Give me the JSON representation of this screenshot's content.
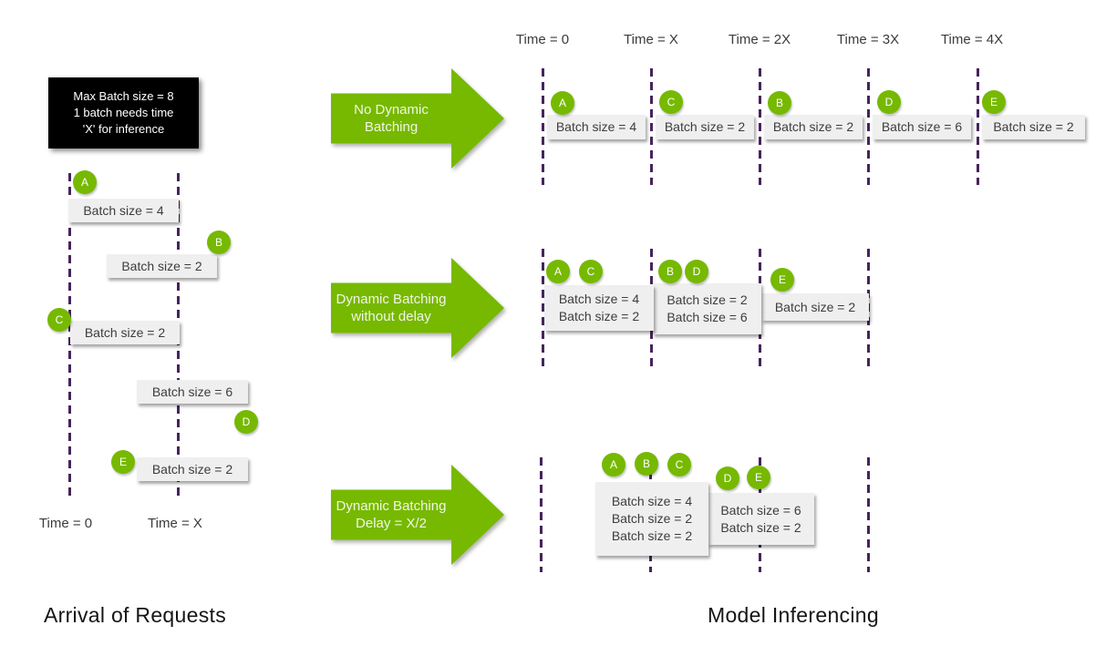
{
  "colors": {
    "accent_green": "#76b900",
    "timeline_purple": "#46245c",
    "batch_box_bg": "#efefef",
    "info_box_bg": "#000000"
  },
  "info_box": {
    "line1": "Max Batch size = 8",
    "line2": "1 batch needs time",
    "line3": "'X' for inference"
  },
  "arrival": {
    "caption": "Arrival of Requests",
    "time0": "Time = 0",
    "timeX": "Time = X",
    "requests": [
      {
        "id": "A",
        "label": "Batch size = 4"
      },
      {
        "id": "B",
        "label": "Batch size = 2"
      },
      {
        "id": "C",
        "label": "Batch size = 2"
      },
      {
        "id": "D",
        "label": "Batch size = 6"
      },
      {
        "id": "E",
        "label": "Batch size = 2"
      }
    ]
  },
  "inference": {
    "caption": "Model Inferencing",
    "time_labels": [
      "Time = 0",
      "Time = X",
      "Time = 2X",
      "Time = 3X",
      "Time = 4X"
    ],
    "rows": [
      {
        "arrow_line1": "No Dynamic",
        "arrow_line2": "Batching",
        "batches": [
          {
            "ids": [
              "A"
            ],
            "lines": [
              "Batch size = 4"
            ]
          },
          {
            "ids": [
              "C"
            ],
            "lines": [
              "Batch size = 2"
            ]
          },
          {
            "ids": [
              "B"
            ],
            "lines": [
              "Batch size = 2"
            ]
          },
          {
            "ids": [
              "D"
            ],
            "lines": [
              "Batch size = 6"
            ]
          },
          {
            "ids": [
              "E"
            ],
            "lines": [
              "Batch size = 2"
            ]
          }
        ]
      },
      {
        "arrow_line1": "Dynamic Batching",
        "arrow_line2": "without delay",
        "batches": [
          {
            "ids": [
              "A",
              "C"
            ],
            "lines": [
              "Batch size = 4",
              "Batch size = 2"
            ]
          },
          {
            "ids": [
              "B",
              "D"
            ],
            "lines": [
              "Batch size = 2",
              "Batch size = 6"
            ]
          },
          {
            "ids": [
              "E"
            ],
            "lines": [
              "Batch size = 2"
            ]
          }
        ]
      },
      {
        "arrow_line1": "Dynamic Batching",
        "arrow_line2": "Delay = X/2",
        "batches": [
          {
            "ids": [
              "A",
              "B",
              "C"
            ],
            "lines": [
              "Batch size = 4",
              "Batch size = 2",
              "Batch size = 2"
            ]
          },
          {
            "ids": [
              "D",
              "E"
            ],
            "lines": [
              "Batch size = 6",
              "Batch size = 2"
            ]
          }
        ]
      }
    ]
  }
}
